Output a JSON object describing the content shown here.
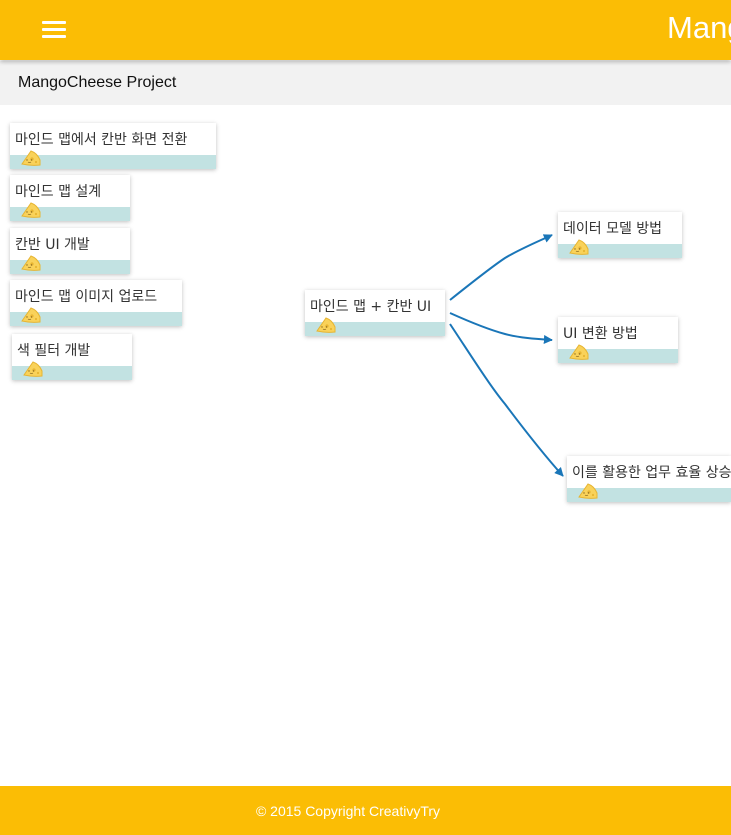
{
  "header": {
    "title": "MangoCheese",
    "menu_icon": "hamburger-menu-icon"
  },
  "project": {
    "name": "MangoCheese Project"
  },
  "colors": {
    "accent": "#fbbd05",
    "card_bar": "#c2e2e2",
    "arrow": "#1a76b8"
  },
  "mindmap": {
    "center": {
      "label": "마인드 맵 + 칸반 UI"
    },
    "left_nodes": [
      {
        "label": "마인드 맵에서 칸반 화면 전환"
      },
      {
        "label": "마인드 맵 설계"
      },
      {
        "label": "칸반 UI 개발"
      },
      {
        "label": "마인드 맵 이미지 업로드"
      },
      {
        "label": "색 필터 개발"
      }
    ],
    "right_nodes": [
      {
        "label": "데이터 모델 방법"
      },
      {
        "label": "UI 변환 방법"
      },
      {
        "label": "이를 활용한 업무 효율 상승"
      }
    ]
  },
  "footer": {
    "copyright": "© 2015 Copyright CreativyTry"
  }
}
